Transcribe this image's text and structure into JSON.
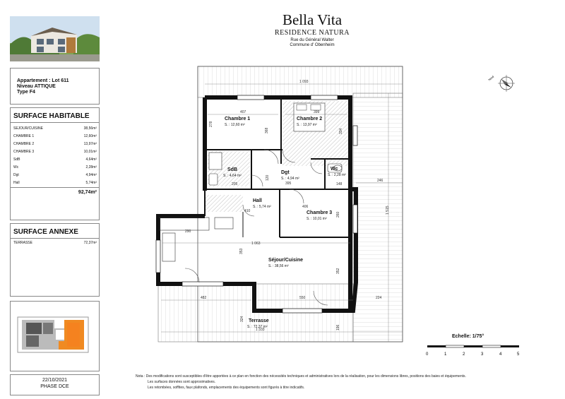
{
  "project": {
    "name": "Bella Vita",
    "residence": "RESIDENCE NATURA",
    "street": "Rue du Général Walter",
    "commune": "Commune d' Obenheim"
  },
  "apartment": {
    "lot": "Appartement : Lot 611",
    "level": "Niveau ATTIQUE",
    "type": "Type F4"
  },
  "surface_habitable": {
    "title": "SURFACE HABITABLE",
    "rows": [
      {
        "name": "SEJOUR/CUISINE",
        "value": "38,56m²"
      },
      {
        "name": "CHAMBRE 1",
        "value": "12,60m²"
      },
      {
        "name": "CHAMBRE 2",
        "value": "13,97m²"
      },
      {
        "name": "CHAMBRE 3",
        "value": "10,01m²"
      },
      {
        "name": "SdB",
        "value": "4,64m²"
      },
      {
        "name": "Wc",
        "value": "2,28m²"
      },
      {
        "name": "Dgt",
        "value": "4,94m²"
      },
      {
        "name": "Hall",
        "value": "5,74m²"
      }
    ],
    "total": "92,74m²"
  },
  "surface_annexe": {
    "title": "SURFACE ANNEXE",
    "rows": [
      {
        "name": "TERRASSE",
        "value": "72,37m²"
      }
    ]
  },
  "footer": {
    "date": "22/10/2021",
    "phase": "PHASE DCE"
  },
  "rooms": [
    {
      "name": "Chambre 1",
      "area": "S. : 12,60 m²"
    },
    {
      "name": "Chambre 2",
      "area": "S. : 13,97 m²"
    },
    {
      "name": "SdB",
      "area": "S. : 4,64 m²"
    },
    {
      "name": "Dgt",
      "area": "S. : 4,94 m²"
    },
    {
      "name": "Wc",
      "area": "S. : 2,28 m²"
    },
    {
      "name": "Hall",
      "area": "S. : 5,74 m²"
    },
    {
      "name": "Chambre 3",
      "area": "S. : 10,01 m²"
    },
    {
      "name": "Séjour/Cuisine",
      "area": "S. : 38,56 m²"
    },
    {
      "name": "Terrasse",
      "area": "S. : 72,37 m²"
    }
  ],
  "dimensions": [
    "1 093",
    "407",
    "399",
    "278",
    "368",
    "334",
    "205",
    "120",
    "395",
    "148",
    "246",
    "1 515",
    "410",
    "406",
    "260",
    "290",
    "1 063",
    "353",
    "352",
    "482",
    "550",
    "224",
    "324",
    "1 333",
    "196"
  ],
  "scale": {
    "label": "Echelle: 1/75°",
    "ticks": [
      "0",
      "1",
      "2",
      "3",
      "4",
      "5"
    ]
  },
  "compass": {
    "label": "Nord"
  },
  "note": {
    "lines": [
      "Nota : Des modifications sont susceptibles d'être apportées à ce plan en fonction des nécessités techniques et administratives lors de la réalisation, pour les dimensions libres, positions des baies et équipements.",
      "Les surfaces données sont approximatives.",
      "Les retombées, soffites, faux plafonds, emplacements des équipements sont figurés à titre indicatifs."
    ]
  }
}
